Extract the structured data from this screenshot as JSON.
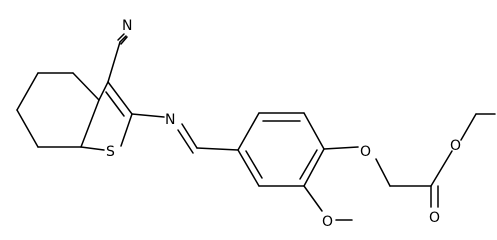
{
  "diagram": {
    "type": "chemical-structure",
    "background": "#ffffff",
    "line_color": "#000000",
    "atoms": [
      {
        "id": "N_nitrile",
        "label": "N"
      },
      {
        "id": "N_imine",
        "label": "N"
      },
      {
        "id": "S_thiophene",
        "label": "S"
      },
      {
        "id": "O_ether",
        "label": "O"
      },
      {
        "id": "O_ester_single",
        "label": "O"
      },
      {
        "id": "O_carbonyl",
        "label": "O"
      },
      {
        "id": "O_methoxy",
        "label": "O"
      }
    ]
  }
}
